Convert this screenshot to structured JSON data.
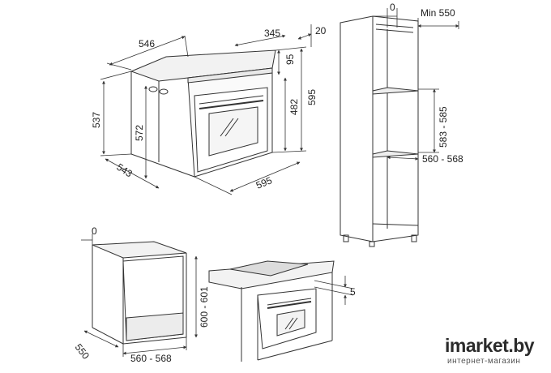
{
  "dimensions": {
    "oven_width": "546",
    "oven_top_depth": "345",
    "front_panel": "20",
    "panel_95": "95",
    "oven_height_front": "595",
    "oven_height_side": "537",
    "inner_height": "572",
    "door_height": "482",
    "oven_depth": "543",
    "front_width": "595",
    "tower_gap": "0",
    "tower_min": "Min 550",
    "tower_niche_height": "583 - 585",
    "tower_niche_width": "560 - 568",
    "base_gap": "0",
    "base_height": "600 - 601",
    "base_depth": "550",
    "base_width": "560 - 568",
    "hob_gap": "5"
  },
  "watermark": {
    "brand": "imarket.by",
    "tagline": "интернет-магазин"
  },
  "colors": {
    "line": "#333333",
    "text": "#222222"
  }
}
